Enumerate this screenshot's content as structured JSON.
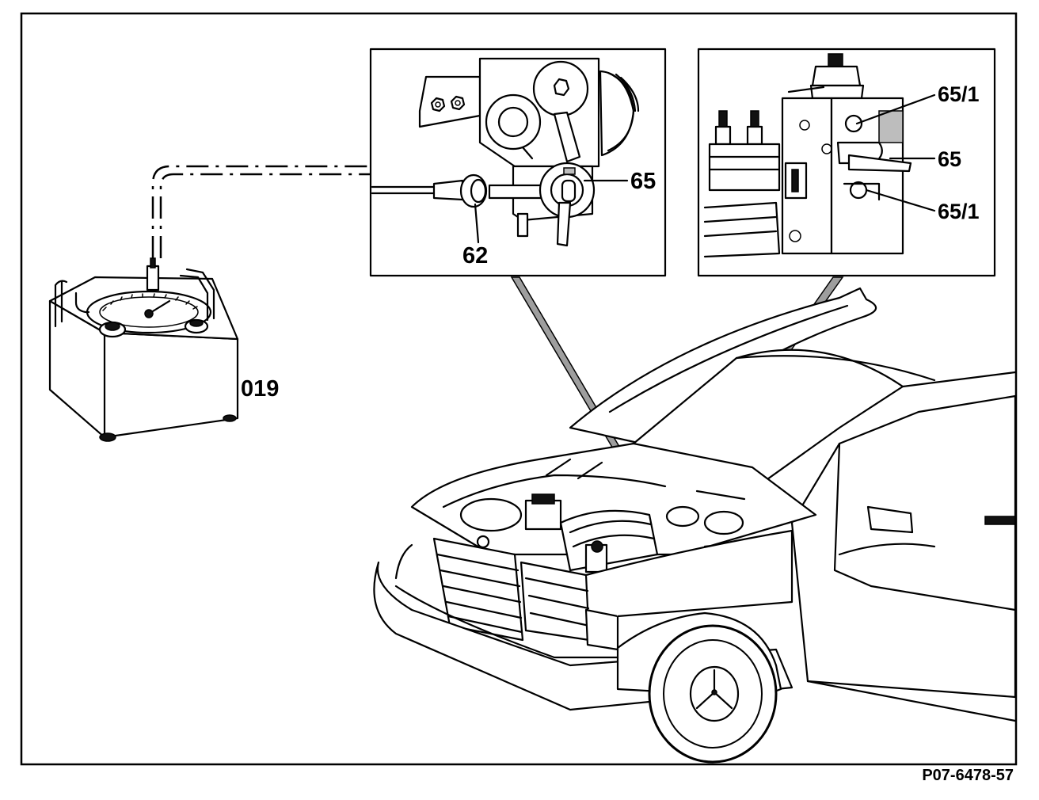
{
  "diagram": {
    "labels": {
      "tester": "019",
      "inset_left_connector": "62",
      "inset_left_valve": "65",
      "inset_right_top": "65/1",
      "inset_right_mid": "65",
      "inset_right_bottom": "65/1"
    },
    "figure_ref": "P07-6478-57"
  },
  "colors": {
    "ink": "#000000",
    "paper": "#ffffff",
    "tone": "#bdbdbd"
  }
}
